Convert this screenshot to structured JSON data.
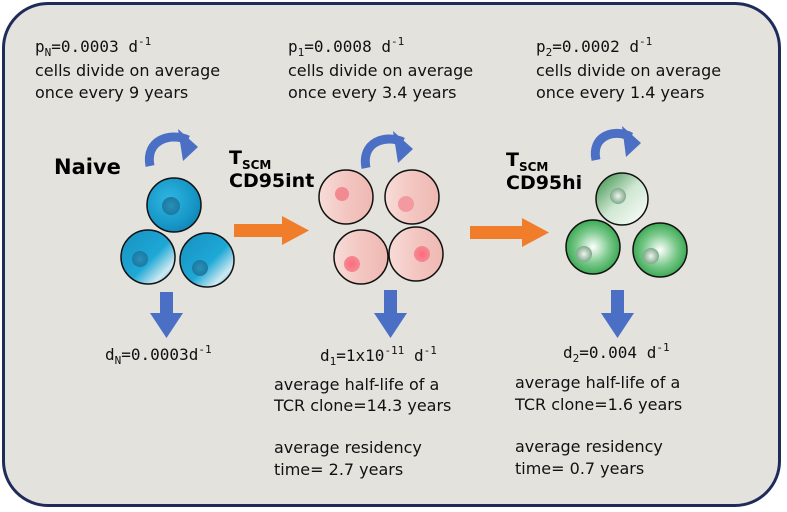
{
  "naive": {
    "rate_symbol": "p",
    "rate_sub": "N",
    "rate_value": "=0.0003 d",
    "rate_unit_exp": "-1",
    "divide_line1": "cells divide on average",
    "divide_line2": "once every 9 years",
    "label": "Naive",
    "death_symbol": "d",
    "death_sub": "N",
    "death_value": "=0.0003d",
    "death_exp": "-1"
  },
  "tscm_int": {
    "rate_symbol": "p",
    "rate_sub": "1",
    "rate_value": "=0.0008 d",
    "rate_unit_exp": "-1",
    "divide_line1": "cells divide on average",
    "divide_line2": "once every 3.4 years",
    "label_main": "T",
    "label_sub": "SCM",
    "label_line2": "CD95int",
    "death_symbol": "d",
    "death_sub": "1",
    "death_value": "=1x10",
    "death_pow": "-11",
    "death_unit": " d",
    "death_exp": "-1",
    "halflife_line1": "average half-life of a",
    "halflife_line2": "TCR clone=14.3 years",
    "residency_line1": "average residency",
    "residency_line2": "time= 2.7 years"
  },
  "tscm_hi": {
    "rate_symbol": "p",
    "rate_sub": "2",
    "rate_value": "=0.0002 d",
    "rate_unit_exp": "-1",
    "divide_line1": "cells divide on average",
    "divide_line2": "once every 1.4 years",
    "label_main": "T",
    "label_sub": "SCM",
    "label_line2": "CD95hi",
    "death_symbol": "d",
    "death_sub": "2",
    "death_value": "=0.004 d",
    "death_exp": "-1",
    "halflife_line1": "average half-life of a",
    "halflife_line2": "TCR clone=1.6 years",
    "residency_line1": "average residency",
    "residency_line2": "time= 0.7 years"
  },
  "colors": {
    "naive_cell": "#1ea8d6",
    "tscm_int_cell": "#f5c7c3",
    "tscm_hi_cell": "#1e9a3a",
    "arrow_blue": "#4a6fc4",
    "arrow_orange": "#f07d2a",
    "frame_border": "#1f2b5b",
    "background": "#e4e2dd"
  }
}
